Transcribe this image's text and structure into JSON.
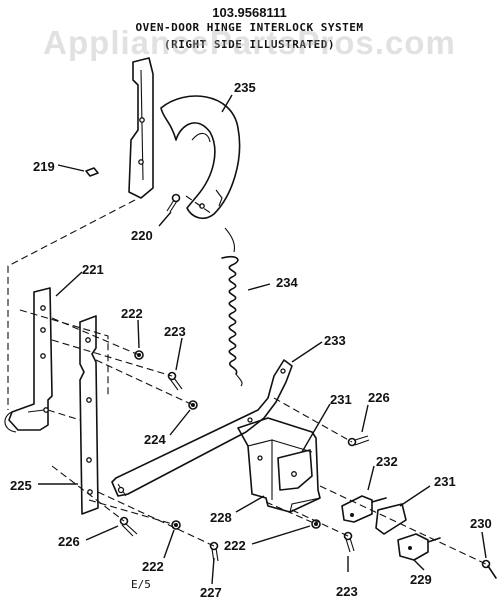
{
  "header": {
    "model_number": "103.9568111",
    "title": "OVEN-DOOR HINGE INTERLOCK SYSTEM",
    "subtitle": "(RIGHT SIDE ILLUSTRATED)"
  },
  "watermark": "AppliancePartsPros.com",
  "page_code": "E/5",
  "callouts": {
    "c219": "219",
    "c220": "220",
    "c221": "221",
    "c222a": "222",
    "c222b": "222",
    "c222c": "222",
    "c223a": "223",
    "c223b": "223",
    "c224": "224",
    "c225": "225",
    "c226a": "226",
    "c226b": "226",
    "c227": "227",
    "c228": "228",
    "c229": "229",
    "c230": "230",
    "c231a": "231",
    "c231b": "231",
    "c232": "232",
    "c233": "233",
    "c234": "234",
    "c235": "235"
  }
}
